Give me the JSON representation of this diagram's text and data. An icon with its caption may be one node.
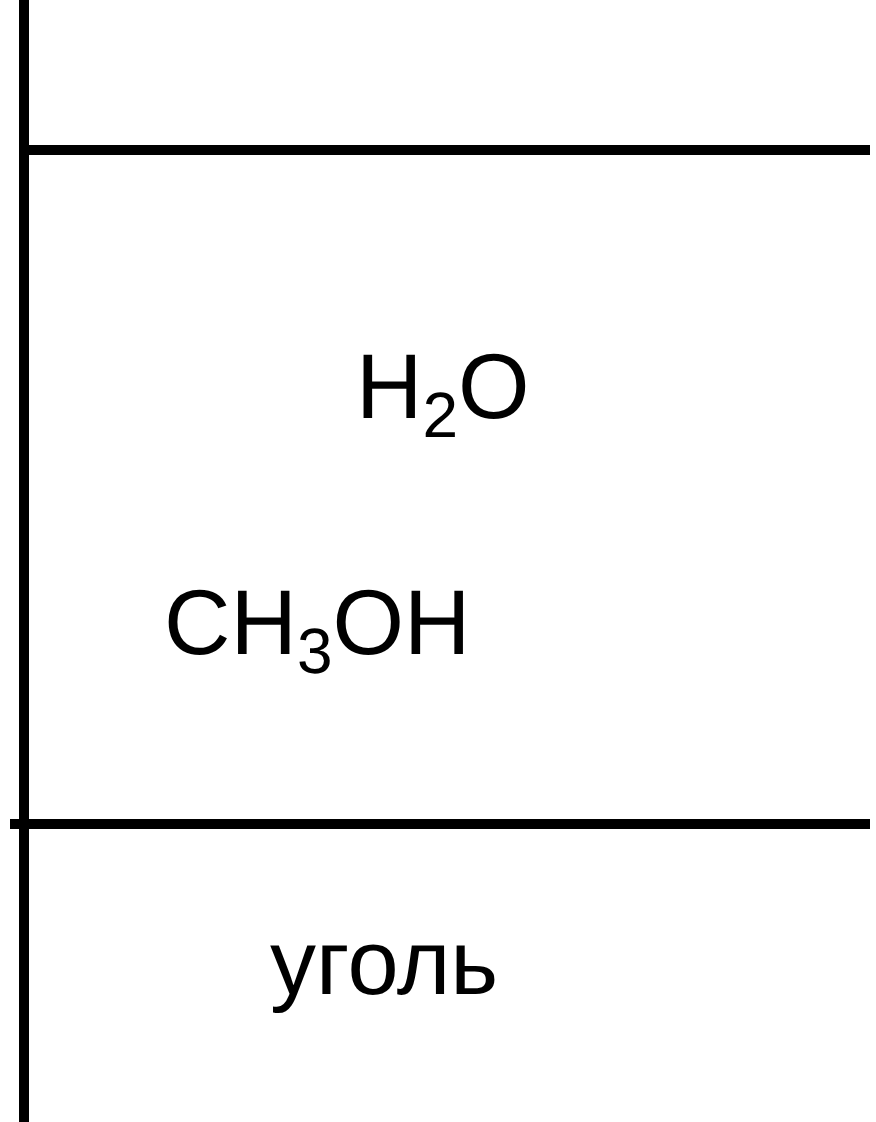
{
  "diagram": {
    "labels": [
      "H$_{2}$O",
      "CH$_{3}$OH",
      "уголь"
    ]
  }
}
